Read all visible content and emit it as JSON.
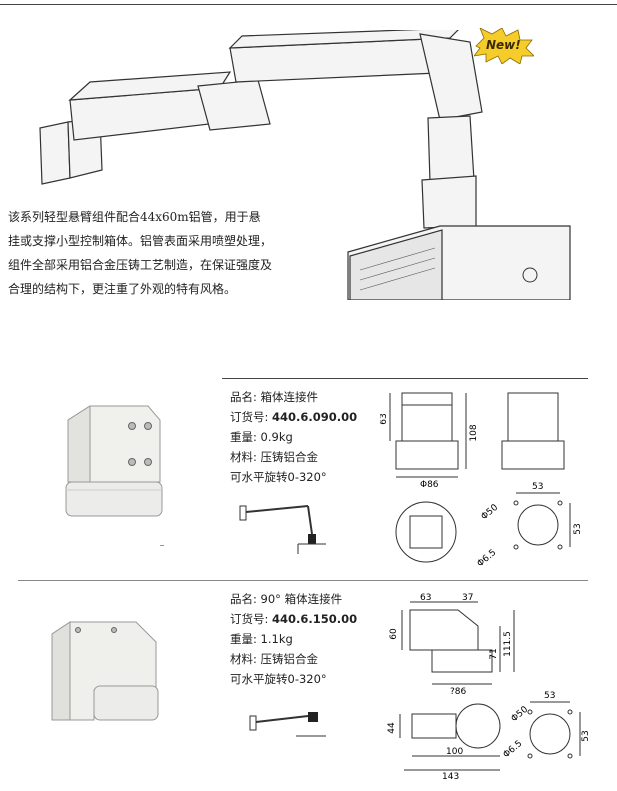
{
  "badge": {
    "label": "New!"
  },
  "intro": {
    "lines": [
      "该系列轻型悬臂组件配合44x60m铝管，用于悬",
      "挂或支撑小型控制箱体。铝管表面采用喷塑处理，",
      "组件全部采用铝合金压铸工艺制造，在保证强度及",
      "合理的结构下，更注重了外观的特有风格。"
    ]
  },
  "products": [
    {
      "name_label": "品名:",
      "name_value": "箱体连接件",
      "order_label": "订货号:",
      "order_value": "440.6.090.00",
      "weight_label": "重量:",
      "weight_value": "0.9kg",
      "material_label": "材料:",
      "material_value": "压铸铝合金",
      "rotation": "可水平旋转0-320°",
      "dims": {
        "d63": "63",
        "d108": "108",
        "phi86": "Φ86",
        "phi50": "Φ50",
        "d53a": "53",
        "d53b": "53",
        "phi65": "Φ6.5"
      }
    },
    {
      "name_label": "品名:",
      "name_value": "90°  箱体连接件",
      "order_label": "订货号:",
      "order_value": "440.6.150.00",
      "weight_label": "重量:",
      "weight_value": "1.1kg",
      "material_label": "材料:",
      "material_value": "压铸铝合金",
      "rotation": "可水平旋转0-320°",
      "dims": {
        "d63": "63",
        "d37": "37",
        "d60": "60",
        "d71": "71",
        "d1115": "111.5",
        "phi86": "?86",
        "d44": "44",
        "d100": "100",
        "d143": "143",
        "phi50": "Φ50",
        "d53a": "53",
        "d53b": "53",
        "phi65": "Φ6.5"
      }
    }
  ]
}
